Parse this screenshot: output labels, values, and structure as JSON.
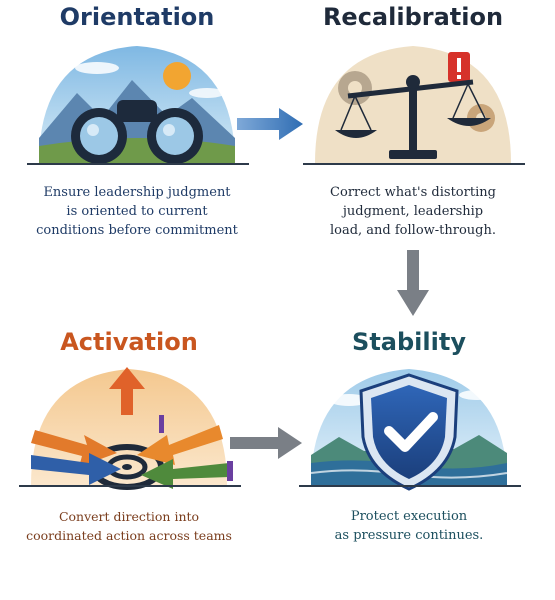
{
  "colors": {
    "navy": "#1f3b66",
    "orange": "#c9561f",
    "teal": "#1c4f5e",
    "brown": "#7a3d1d",
    "arrow_blue": "#2f6db3",
    "arrow_gray": "#7a7f86"
  },
  "stages": [
    {
      "title": "Orientation",
      "icon": "binoculars-icon",
      "description": [
        "Ensure leadership judgment",
        "is oriented to current",
        "conditions before commitment"
      ]
    },
    {
      "title": "Recalibration",
      "icon": "balance-scale-icon",
      "description": [
        "Correct what's distorting",
        "judgment, leadership",
        "load, and follow-through."
      ]
    },
    {
      "title": "Activation",
      "icon": "converging-arrows-icon",
      "description": [
        "Convert direction into",
        "coordinated action across teams"
      ]
    },
    {
      "title": "Stability",
      "icon": "shield-check-icon",
      "description": [
        "Protect execution",
        "as pressure continues."
      ]
    }
  ]
}
